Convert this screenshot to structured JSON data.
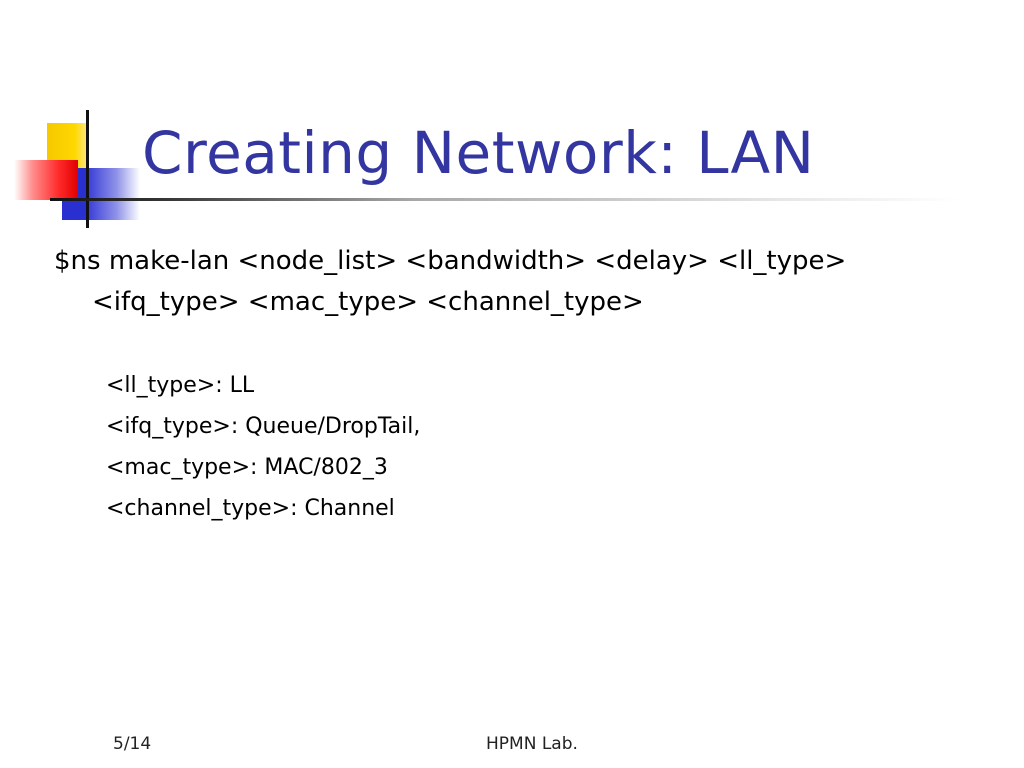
{
  "slide": {
    "title": "Creating Network: LAN",
    "command_line1": "$ns make-lan <node_list> <bandwidth> <delay> <ll_type>",
    "command_line2": "<ifq_type> <mac_type> <channel_type>",
    "params": [
      "<ll_type>: LL",
      "<ifq_type>: Queue/DropTail,",
      "<mac_type>: MAC/802_3",
      "<channel_type>: Channel"
    ],
    "footer_page": "5/14",
    "footer_center": "HPMN Lab."
  },
  "colors": {
    "title": "#3336a0",
    "accent_yellow": "#ffd800",
    "accent_red": "#ff2a2a",
    "accent_blue": "#2a2fd0"
  }
}
